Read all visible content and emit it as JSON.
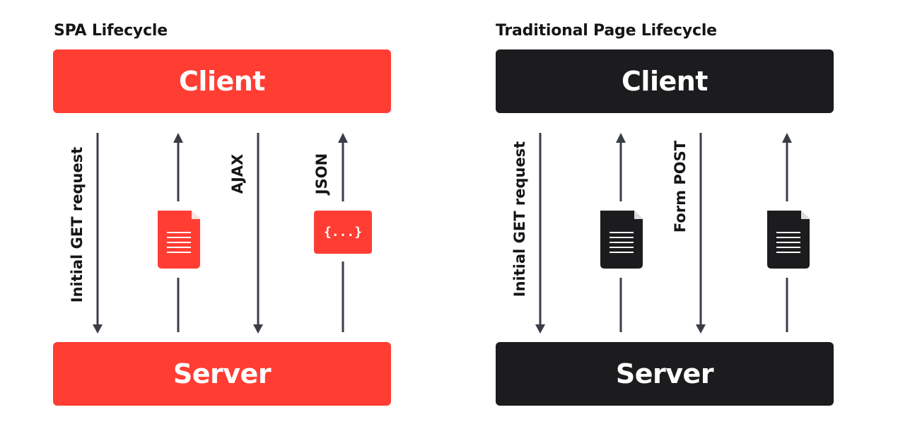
{
  "colors": {
    "spa_accent": "#ff3d33",
    "traditional_accent": "#1c1b1d",
    "arrow": "#3a3d48",
    "text": "#151515"
  },
  "spa": {
    "title": "SPA Lifecycle",
    "client_label": "Client",
    "server_label": "Server",
    "flows": [
      {
        "direction": "down",
        "label": "Initial GET request"
      },
      {
        "direction": "up",
        "label": "",
        "payload_icon": "document-icon"
      },
      {
        "direction": "down",
        "label": "AJAX"
      },
      {
        "direction": "up",
        "label": "JSON",
        "payload_icon": "json-icon",
        "payload_text": "{...}"
      }
    ]
  },
  "traditional": {
    "title": "Traditional Page Lifecycle",
    "client_label": "Client",
    "server_label": "Server",
    "flows": [
      {
        "direction": "down",
        "label": "Initial GET request"
      },
      {
        "direction": "up",
        "label": "",
        "payload_icon": "document-icon"
      },
      {
        "direction": "down",
        "label": "Form POST"
      },
      {
        "direction": "up",
        "label": "",
        "payload_icon": "document-icon"
      }
    ]
  }
}
